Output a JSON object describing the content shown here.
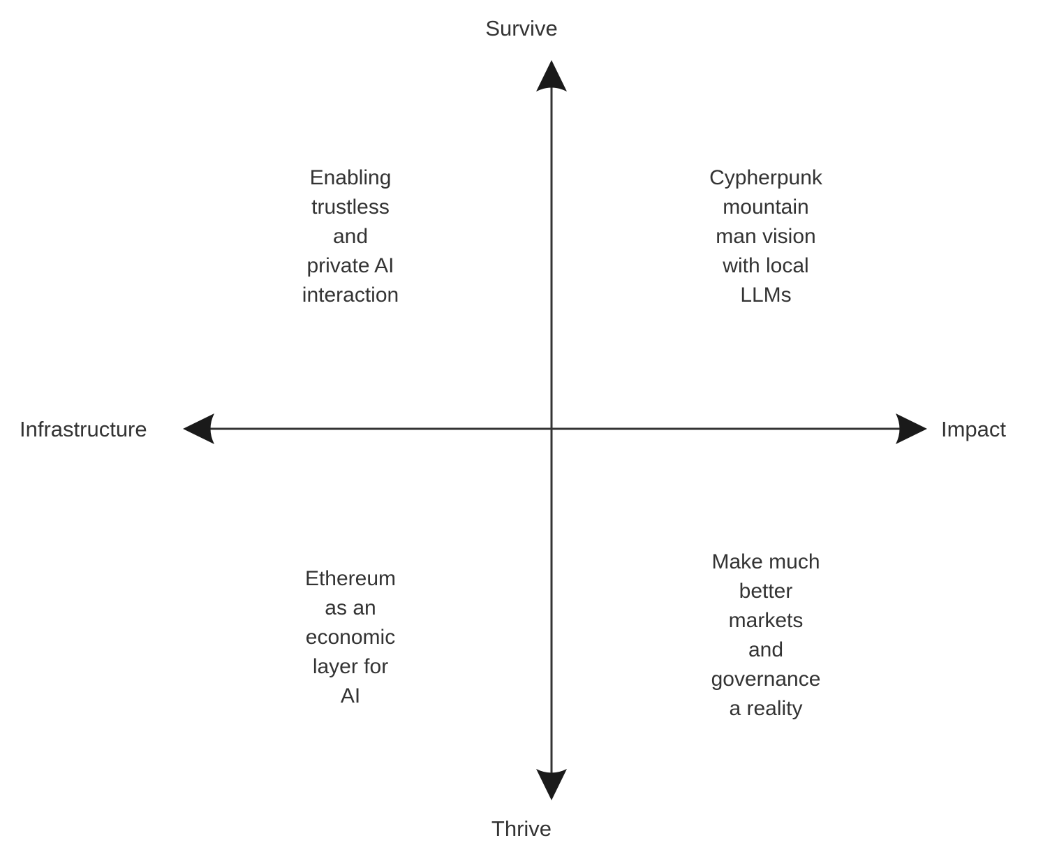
{
  "diagram": {
    "type": "quadrant-chart",
    "background_color": "#ffffff",
    "line_color": "#333333",
    "text_color": "#333333",
    "axes": {
      "vertical": {
        "top_label": "Survive",
        "bottom_label": "Thrive"
      },
      "horizontal": {
        "left_label": "Infrastructure",
        "right_label": "Impact"
      }
    },
    "quadrants": {
      "top_left": {
        "position": "top-left",
        "text": "Enabling\ntrustless\nand\nprivate AI\ninteraction",
        "lines": [
          "Enabling",
          "trustless",
          "and",
          "private AI",
          "interaction"
        ]
      },
      "top_right": {
        "position": "top-right",
        "text": "Cypherpunk\nmountain\nman vision\nwith local\nLLMs",
        "lines": [
          "Cypherpunk",
          "mountain",
          "man vision",
          "with local",
          "LLMs"
        ]
      },
      "bottom_left": {
        "position": "bottom-left",
        "text": "Ethereum\nas an\neconomic\nlayer for\nAI",
        "lines": [
          "Ethereum",
          "as an",
          "economic",
          "layer for",
          "AI"
        ]
      },
      "bottom_right": {
        "position": "bottom-right",
        "text": "Make much\nbetter\nmarkets\nand\ngovernance\na reality",
        "lines": [
          "Make much",
          "better",
          "markets",
          "and",
          "governance",
          "a reality"
        ]
      }
    }
  }
}
